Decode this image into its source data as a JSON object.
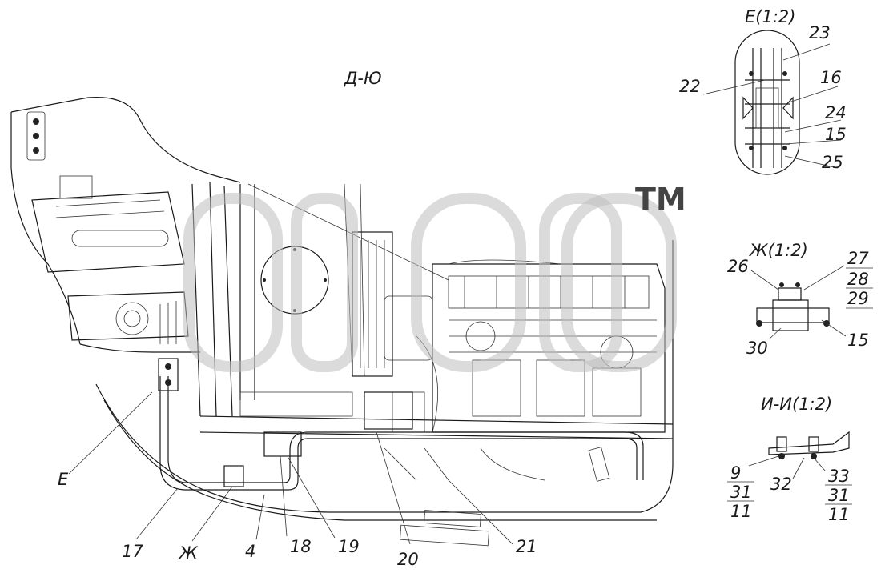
{
  "view_label": "Д-Ю",
  "watermark": "TM",
  "details": {
    "E": "Е(1:2)",
    "ZH": "Ж(1:2)",
    "I": "И-И(1:2)"
  },
  "callouts": {
    "c22": "22",
    "c23": "23",
    "c16": "16",
    "c24": "24",
    "c15a": "15",
    "c25": "25",
    "c26": "26",
    "c27": "27",
    "c28": "28",
    "c29": "29",
    "c30": "30",
    "c15b": "15",
    "c9": "9",
    "c31a": "31",
    "c11a": "11",
    "c32": "32",
    "c33": "33",
    "c31b": "31",
    "c11b": "11",
    "cE": "Е",
    "c17": "17",
    "cZh": "Ж",
    "c4": "4",
    "c18": "18",
    "c19": "19",
    "c20": "20",
    "c21": "21"
  }
}
